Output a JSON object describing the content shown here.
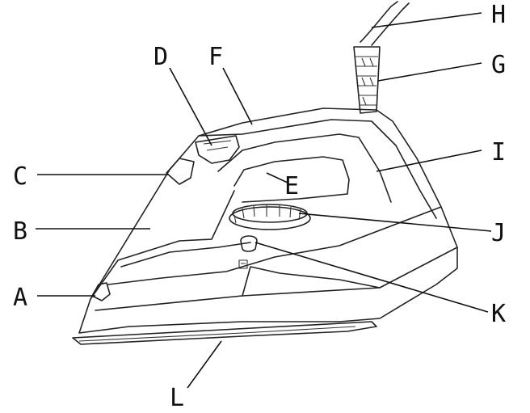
{
  "diagram": {
    "labels": [
      {
        "id": "A",
        "text": "A"
      },
      {
        "id": "B",
        "text": "B"
      },
      {
        "id": "C",
        "text": "C"
      },
      {
        "id": "D",
        "text": "D"
      },
      {
        "id": "E",
        "text": "E"
      },
      {
        "id": "F",
        "text": "F"
      },
      {
        "id": "G",
        "text": "G"
      },
      {
        "id": "H",
        "text": "H"
      },
      {
        "id": "I",
        "text": "I"
      },
      {
        "id": "J",
        "text": "J"
      },
      {
        "id": "K",
        "text": "K"
      },
      {
        "id": "L",
        "text": "L"
      }
    ]
  }
}
